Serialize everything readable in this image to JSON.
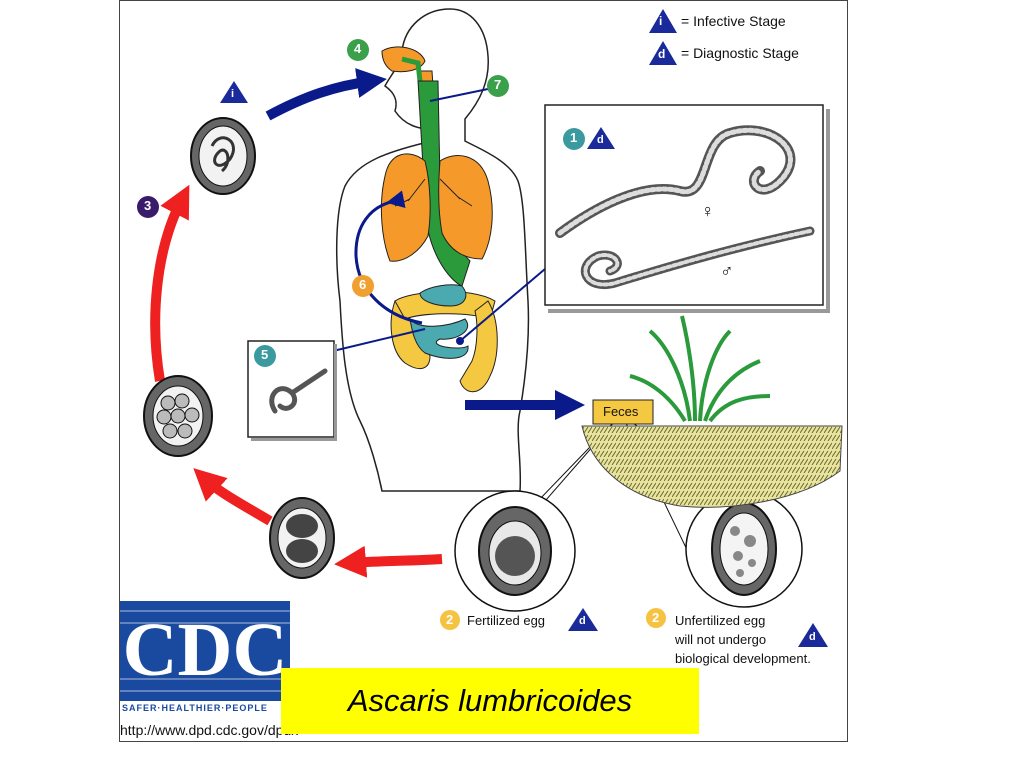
{
  "legend": {
    "infective_symbol": "i",
    "infective_label": "= Infective Stage",
    "diagnostic_symbol": "d",
    "diagnostic_label": "= Diagnostic Stage"
  },
  "steps": {
    "s1": "1",
    "s2": "2",
    "s3": "3",
    "s4": "4",
    "s5": "5",
    "s6": "6",
    "s7": "7"
  },
  "labels": {
    "feces": "Feces",
    "fertilized_egg": "Fertilized egg",
    "unfertilized_line1": "Unfertilized egg",
    "unfertilized_line2": "will not undergo",
    "unfertilized_line3": "biological development.",
    "female_symbol": "♀",
    "male_symbol": "♂"
  },
  "logo": {
    "text": "CDC",
    "tagline": "SAFER·HEALTHIER·PEOPLE"
  },
  "source_url": "http://www.dpd.cdc.gov/dpdx",
  "title": "Ascaris lumbricoides",
  "colors": {
    "step_green": "#3aa04a",
    "step_teal": "#3a9aa0",
    "step_purple": "#3a1a6a",
    "step_orange": "#f0a030",
    "step_yellow": "#f5c242",
    "stage_triangle": "#1a2a9a",
    "red_arrow": "#ee2020",
    "blue_arrow": "#0a1a8a",
    "organ_orange": "#f59a2a",
    "organ_green": "#2a9a3a",
    "intestine_teal": "#4aaab0",
    "intestine_yellow": "#f5c842",
    "title_bg": "#ffff00",
    "cdc_blue": "#1a4aa0"
  }
}
